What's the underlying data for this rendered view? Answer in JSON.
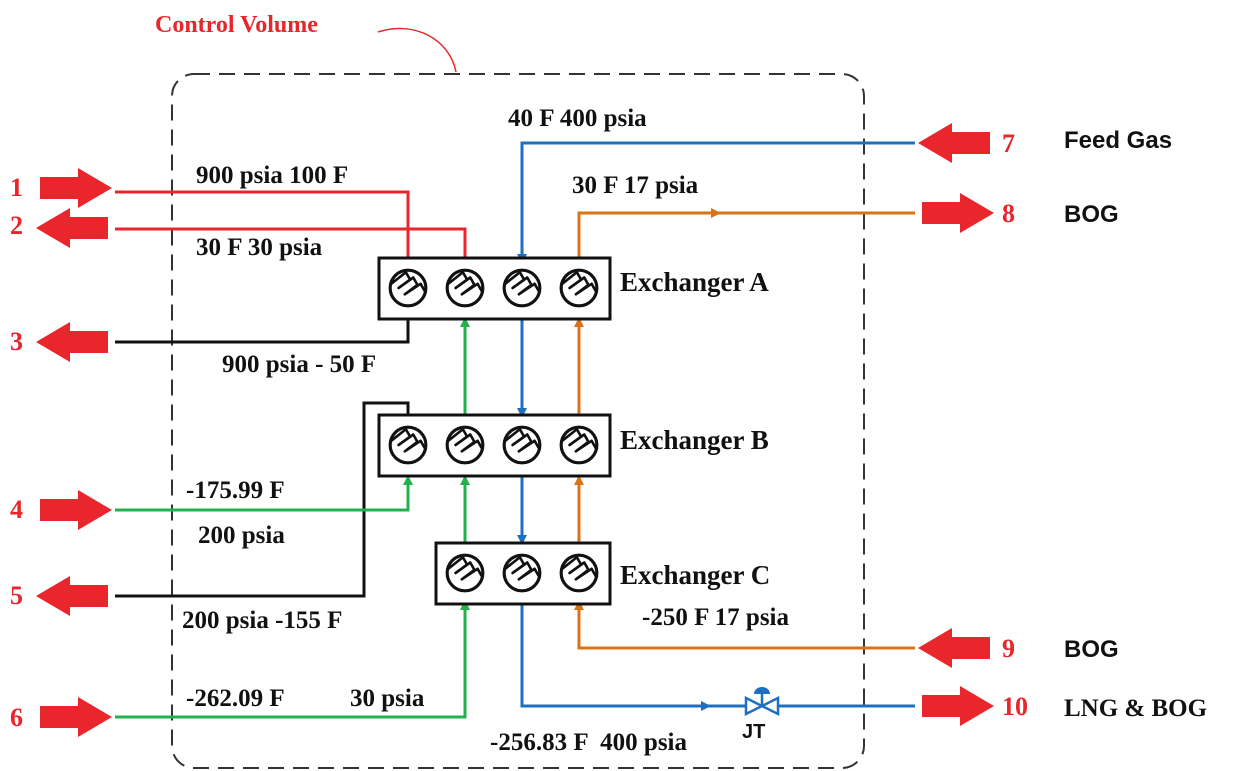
{
  "title": "Control Volume",
  "colors": {
    "red": "#e8262c",
    "blue": "#1f6fc0",
    "green": "#22b14c",
    "orange": "#d9731a",
    "black": "#111111"
  },
  "exchangers": [
    {
      "label": "Exchanger A",
      "passages": 4
    },
    {
      "label": "Exchanger B",
      "passages": 4
    },
    {
      "label": "Exchanger C",
      "passages": 3
    }
  ],
  "streams": {
    "s1": {
      "number": "1",
      "direction": "in"
    },
    "s2": {
      "number": "2",
      "direction": "out"
    },
    "s3": {
      "number": "3",
      "direction": "out"
    },
    "s4": {
      "number": "4",
      "direction": "in"
    },
    "s5": {
      "number": "5",
      "direction": "out"
    },
    "s6": {
      "number": "6",
      "direction": "in"
    },
    "s7": {
      "number": "7",
      "name": "Feed Gas",
      "direction": "in"
    },
    "s8": {
      "number": "8",
      "name": "BOG",
      "direction": "out"
    },
    "s9": {
      "number": "9",
      "name": "BOG",
      "direction": "in"
    },
    "s10": {
      "number": "10",
      "name": "LNG & BOG",
      "direction": "out"
    }
  },
  "conditions": {
    "c1": "900 psia 100 F",
    "c2": "30 F 30 psia",
    "c3": "900 psia - 50 F",
    "c4_temp": "-175.99 F",
    "c4_pres": "200 psia",
    "c5": "200 psia -155 F",
    "c6_temp": "-262.09 F",
    "c6_pres": "30 psia",
    "c7": "40 F 400 psia",
    "c8": "30 F 17 psia",
    "c9": "-250 F 17 psia",
    "c10": "-256.83 F  400 psia"
  },
  "valve": {
    "label": "JT",
    "icon": "jt-valve-icon"
  }
}
